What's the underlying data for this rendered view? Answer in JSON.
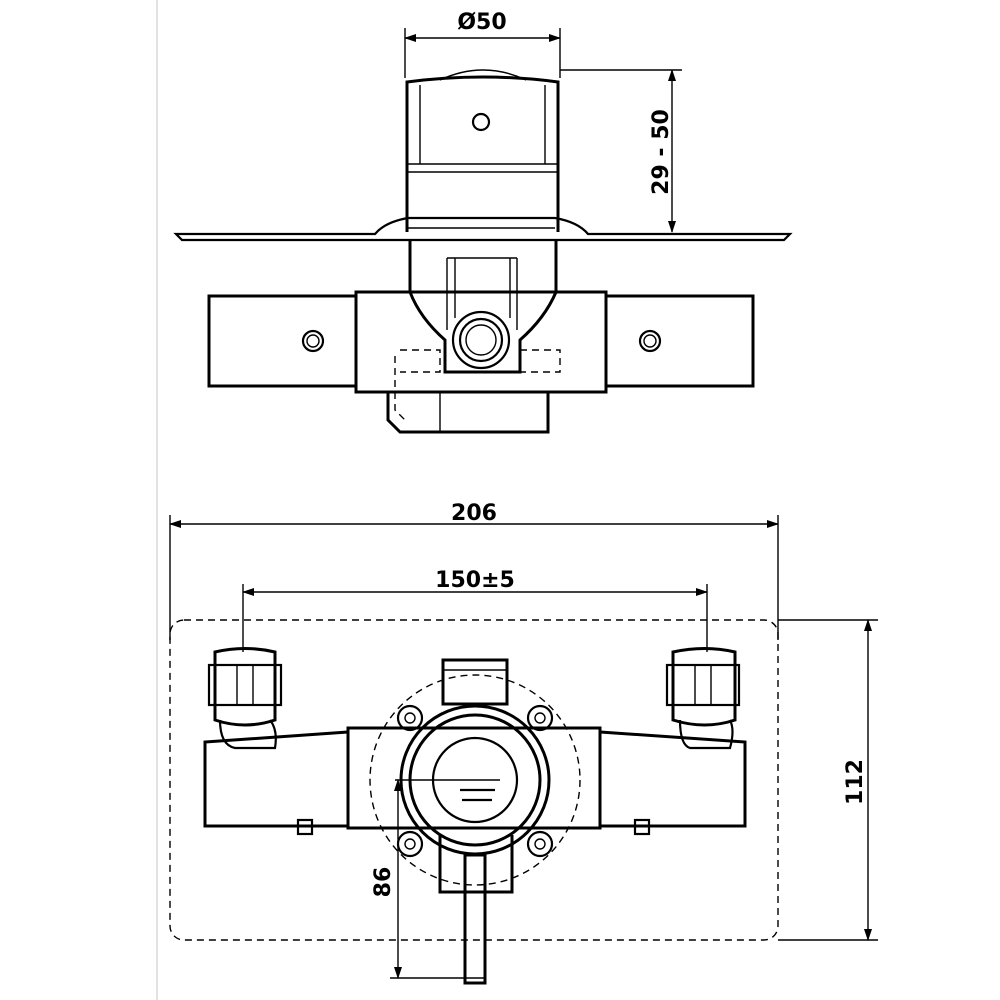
{
  "dimensions": {
    "top_diameter": "Ø50",
    "top_depth_range": "29 - 50",
    "overall_width": "206",
    "inlet_centres": "150±5",
    "height": "112",
    "centre_offset": "86"
  },
  "colors": {
    "line": "#000000",
    "background": "#ffffff",
    "margin_line": "#d9d9d9"
  }
}
